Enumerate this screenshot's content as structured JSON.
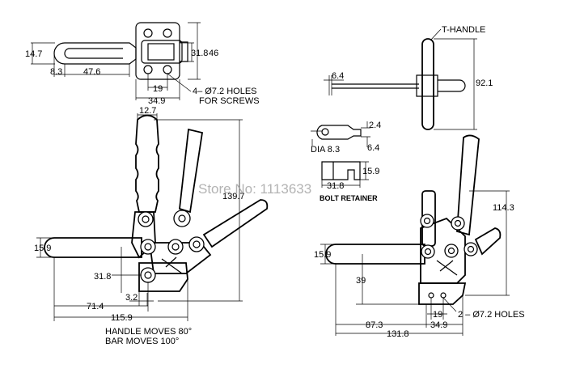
{
  "top_view": {
    "dim_height_left": "14.7",
    "dim_left_1": "8.3",
    "dim_left_2": "47.6",
    "dim_plate_height_a": "31.8",
    "dim_plate_height_b": "46",
    "dim_hole_spacing": "19",
    "dim_plate_width": "34.9",
    "note_holes_line1": "4– Ø7.2 HOLES",
    "note_holes_line2": "FOR SCREWS"
  },
  "side_view_left": {
    "dim_handle_width": "12.7",
    "dim_total_height": "139.7",
    "dim_bar_height": "15.9",
    "dim_pivot_height": "31.8",
    "dim_offset": "3.2",
    "dim_length_1": "71.4",
    "dim_length_total": "115.9",
    "note_line1": "HANDLE MOVES  80°",
    "note_line2": "BAR  MOVES  100°"
  },
  "t_handle_view": {
    "label": "T-HANDLE",
    "dim_stub": "6.4",
    "dim_length": "92.1"
  },
  "bolt_retainer": {
    "dim_a": "2.4",
    "dim_dia": "DIA 8.3",
    "dim_b": "6.4",
    "dim_height": "15.9",
    "dim_width": "31.8",
    "label": "BOLT RETAINER"
  },
  "side_view_right": {
    "dim_total_height": "114.3",
    "dim_bar_height": "15.9",
    "dim_pivot_height": "39",
    "dim_hole_spacing": "19",
    "note_holes": "2 – Ø7.2 HOLES",
    "dim_length_1": "87.3",
    "dim_plate_width": "34.9",
    "dim_length_total": "131.8"
  },
  "watermark": "Store No: 1113633"
}
